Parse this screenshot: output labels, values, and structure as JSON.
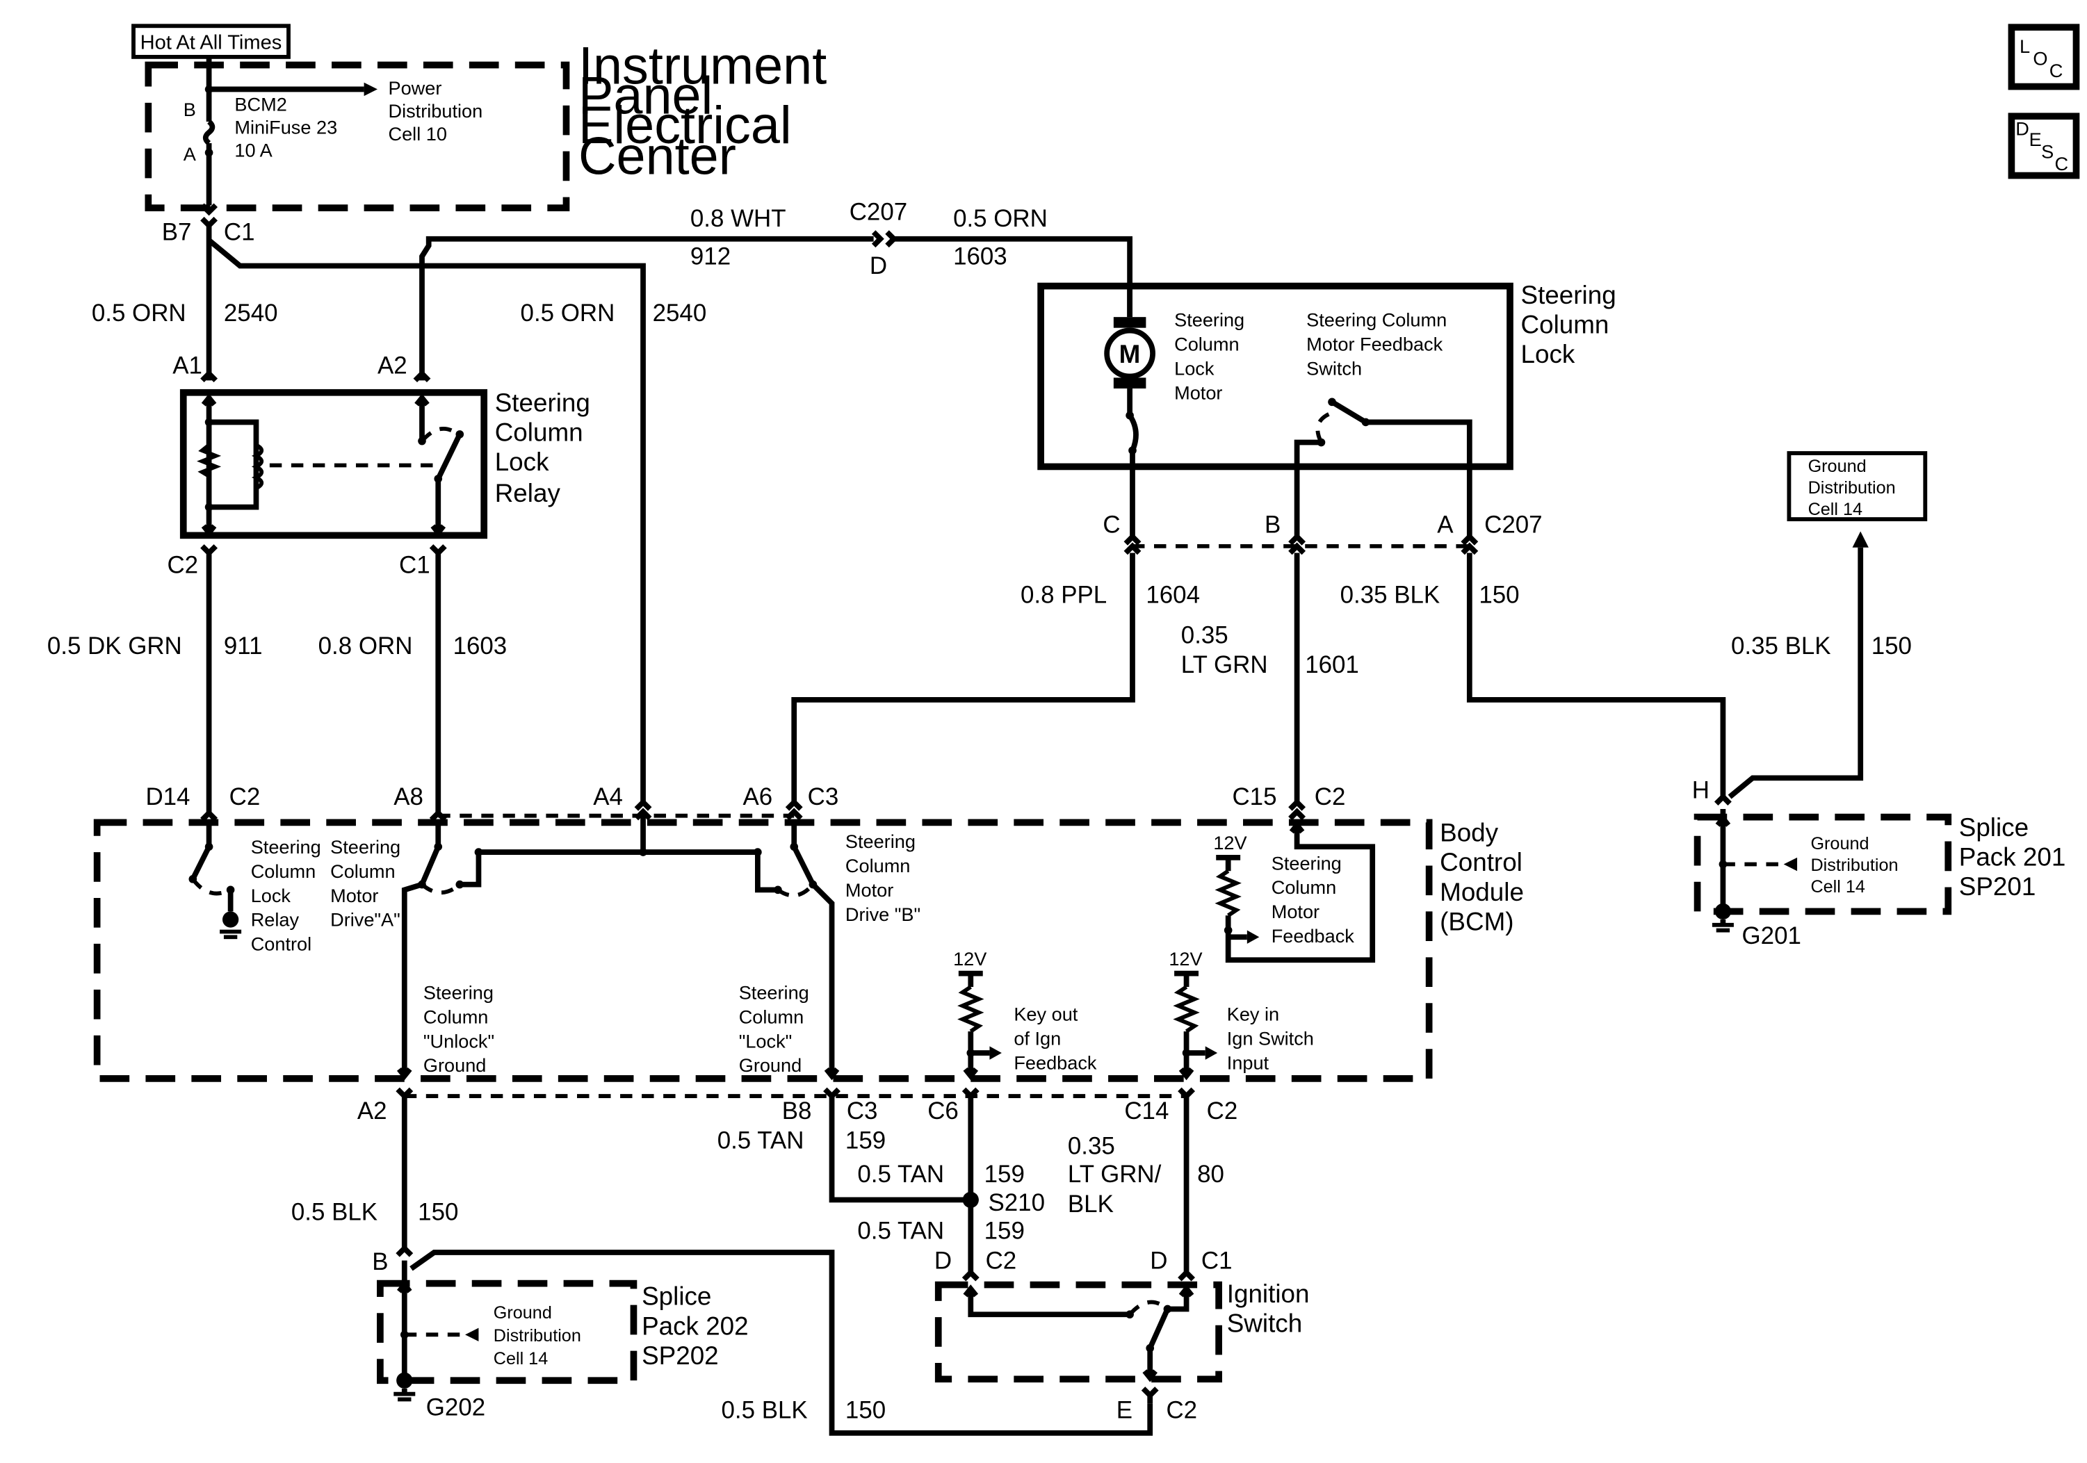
{
  "power": {
    "hot_label": "Hot At All Times",
    "fuse": {
      "line1": "BCM2",
      "line2": "MiniFuse 23",
      "line3": "10 A",
      "pin_b": "B",
      "pin_a": "A"
    },
    "power_ref": {
      "line1": "Power",
      "line2": "Distribution",
      "line3": "Cell 10"
    }
  },
  "components": {
    "ipec": [
      "Instrument",
      "Panel",
      "Electrical",
      "Center"
    ],
    "relay": [
      "Steering",
      "Column",
      "Lock",
      "Relay"
    ],
    "lock": [
      "Steering",
      "Column",
      "Lock"
    ],
    "bcm": [
      "Body",
      "Control",
      "Module",
      "(BCM)"
    ],
    "sp201": [
      "Splice",
      "Pack 201",
      "SP201"
    ],
    "sp202": [
      "Splice",
      "Pack 202",
      "SP202"
    ],
    "ign": [
      "Ignition",
      "Switch"
    ]
  },
  "lock_internals": {
    "motor_symbol": "M",
    "motor_label": [
      "Steering",
      "Column",
      "Lock",
      "Motor"
    ],
    "switch_label": [
      "Steering Column",
      "Motor Feedback",
      "Switch"
    ]
  },
  "bcm_internals": {
    "relay_control": [
      "Steering",
      "Column",
      "Lock",
      "Relay",
      "Control"
    ],
    "drive_a": [
      "Steering",
      "Column",
      "Motor",
      "Drive\"A\""
    ],
    "drive_b": [
      "Steering",
      "Column",
      "Motor",
      "Drive \"B\""
    ],
    "feedback": [
      "Steering",
      "Column",
      "Motor",
      "Feedback"
    ],
    "unlock_gnd": [
      "Steering",
      "Column",
      "\"Unlock\"",
      "Ground"
    ],
    "lock_gnd": [
      "Steering",
      "Column",
      "\"Lock\"",
      "Ground"
    ],
    "key_out": [
      "Key out",
      "of Ign",
      "Feedback"
    ],
    "key_in": [
      "Key in",
      "Ign Switch",
      "Input"
    ],
    "v12": "12V"
  },
  "ground_refs": {
    "gd_box": [
      "Ground",
      "Distribution",
      "Cell 14"
    ],
    "sp201": [
      "Ground",
      "Distribution",
      "Cell 14"
    ],
    "sp202": [
      "Ground",
      "Distribution",
      "Cell 14"
    ]
  },
  "grounds": {
    "g201": "G201",
    "g202": "G202"
  },
  "corner_icons": {
    "loc": [
      "L",
      "O",
      "C"
    ],
    "desc": [
      "D",
      "E",
      "S",
      "C"
    ]
  },
  "pins": {
    "b7": "B7",
    "c1_top": "C1",
    "a1": "A1",
    "a2_relay": "A2",
    "c2_relay": "C2",
    "c1_relay": "C1",
    "d14": "D14",
    "c2_d14": "C2",
    "a8": "A8",
    "a4": "A4",
    "a6": "A6",
    "c3_a6": "C3",
    "c15": "C15",
    "c2_c15": "C2",
    "c207": "C207",
    "d_c207": "D",
    "lock_c": "C",
    "lock_b": "B",
    "lock_a": "A",
    "lock_c207": "C207",
    "h": "H",
    "a2_bot": "A2",
    "b8": "B8",
    "c3_b8": "C3",
    "c6": "C6",
    "c14": "C14",
    "c2_c14": "C2",
    "b_sp202": "B",
    "d_ign1": "D",
    "c2_ign1": "C2",
    "d_ign2": "D",
    "c1_ign2": "C1",
    "e_ign": "E",
    "c2_e": "C2",
    "s210": "S210"
  },
  "wires": {
    "w1": {
      "size": "0.5 ORN",
      "circuit": "2540"
    },
    "w2": {
      "size": "0.5 ORN",
      "circuit": "2540"
    },
    "w3": {
      "size": "0.8 WHT",
      "circuit": "912"
    },
    "w4": {
      "size": "0.5 ORN",
      "circuit": "1603"
    },
    "w5": {
      "size": "0.5 DK GRN",
      "circuit": "911"
    },
    "w6": {
      "size": "0.8 ORN",
      "circuit": "1603"
    },
    "w7": {
      "size": "0.8 PPL",
      "circuit": "1604"
    },
    "w8": {
      "size1": "0.35",
      "size2": "LT GRN",
      "circuit": "1601"
    },
    "w9": {
      "size": "0.35 BLK",
      "circuit": "150"
    },
    "w10": {
      "size": "0.35 BLK",
      "circuit": "150"
    },
    "w11": {
      "size": "0.5 BLK",
      "circuit": "150"
    },
    "w12": {
      "size": "0.5 TAN",
      "circuit": "159"
    },
    "w13": {
      "size": "0.5 TAN",
      "circuit": "159"
    },
    "w14": {
      "size": "0.5 TAN",
      "circuit": "159"
    },
    "w15": {
      "size1": "0.35",
      "size2": "LT GRN/",
      "size3": "BLK",
      "circuit": "80"
    },
    "w16": {
      "size": "0.5 BLK",
      "circuit": "150"
    }
  }
}
